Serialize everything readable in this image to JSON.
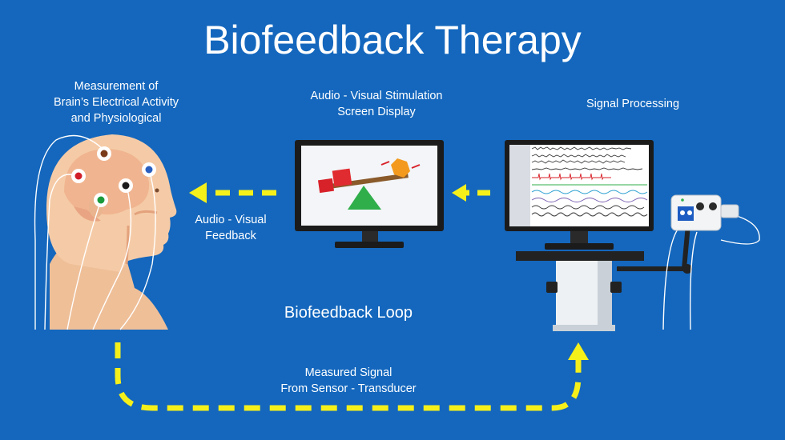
{
  "title": "Biofeedback Therapy",
  "labels": {
    "head": [
      "Measurement of",
      "Brain’s Electrical Activity",
      "and Physiological"
    ],
    "stimulation": [
      "Audio - Visual Stimulation",
      "Screen Display"
    ],
    "signal_processing": "Signal Processing",
    "feedback": [
      "Audio - Visual",
      "Feedback"
    ],
    "loop": "Biofeedback Loop",
    "measured_signal": [
      "Measured Signal",
      "From Sensor - Transducer"
    ]
  },
  "colors": {
    "background": "#1467bd",
    "arrow": "#f6f01a",
    "skin": "#f5cba7",
    "monitor": "#1b1b1b"
  }
}
